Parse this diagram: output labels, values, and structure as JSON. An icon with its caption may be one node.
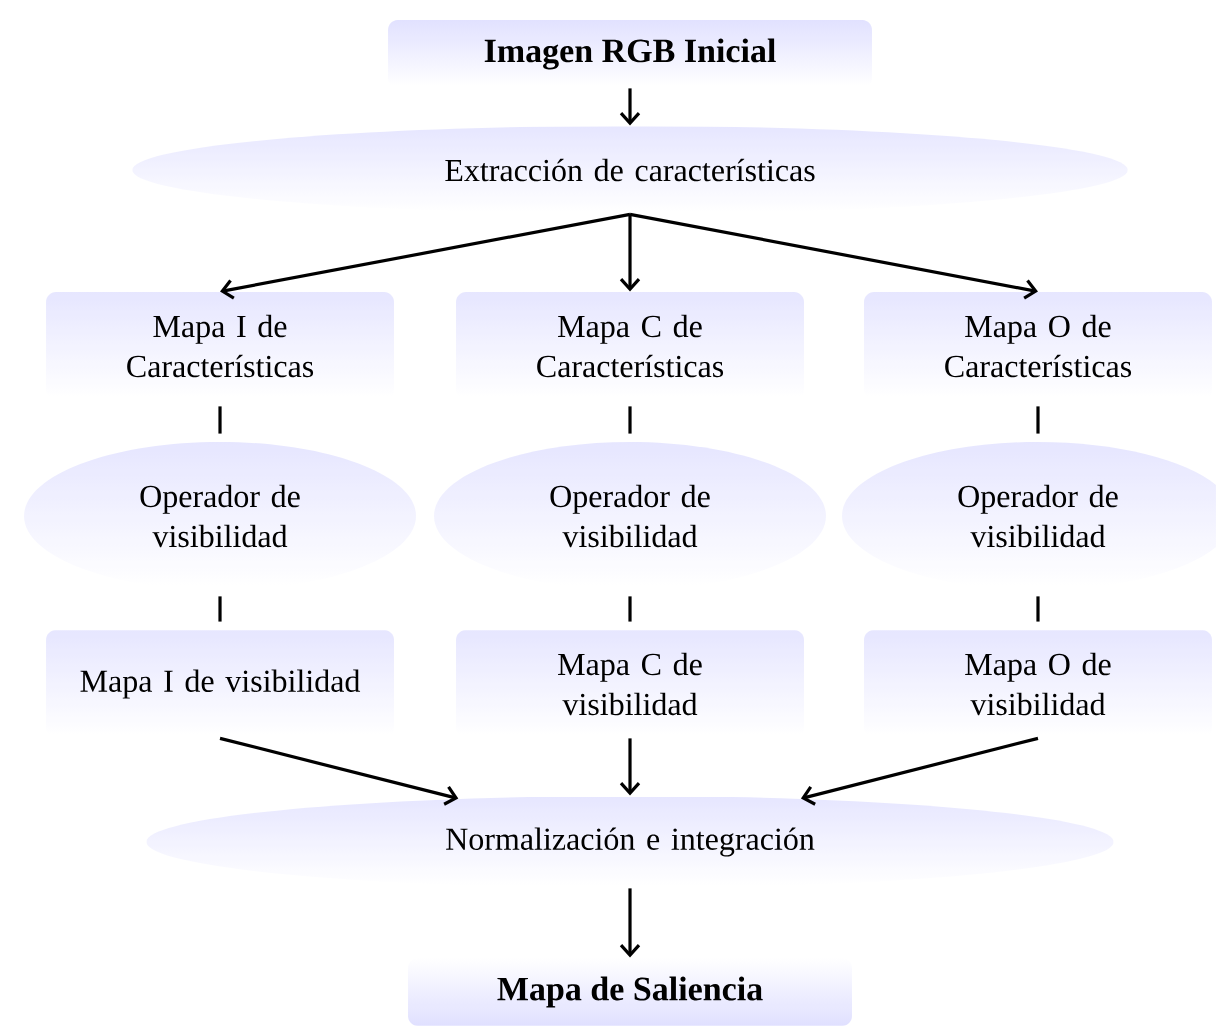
{
  "diagram": {
    "nodes": [
      {
        "text": [
          "Imagen RGB Inicial"
        ]
      },
      {
        "text": [
          "Extracción de características"
        ]
      },
      {
        "text": [
          "Mapa I de Características"
        ]
      },
      {
        "text": [
          "Mapa C de Características"
        ]
      },
      {
        "text": [
          "Mapa O de Características"
        ]
      },
      {
        "text": [
          "Operador de visibilidad"
        ]
      },
      {
        "text": [
          "Operador de visibilidad"
        ]
      },
      {
        "text": [
          "Operador de visibilidad"
        ]
      },
      {
        "text": [
          "Mapa I de visibilidad"
        ]
      },
      {
        "text": [
          "Mapa C de visibilidad"
        ]
      },
      {
        "text": [
          "Mapa O de visibilidad"
        ]
      },
      {
        "text": [
          "Normalización e integración"
        ]
      },
      {
        "text": [
          "Mapa de Saliencia"
        ]
      }
    ],
    "edges": [
      {
        "from": 0,
        "to": 1,
        "arrow": "to"
      },
      {
        "from": 1,
        "to": 2,
        "arrow": "to"
      },
      {
        "from": 1,
        "to": 3,
        "arrow": "to"
      },
      {
        "from": 1,
        "to": 4,
        "arrow": "to"
      },
      {
        "from": 2,
        "to": 5,
        "arrow": "none"
      },
      {
        "from": 3,
        "to": 6,
        "arrow": "none"
      },
      {
        "from": 4,
        "to": 7,
        "arrow": "none"
      },
      {
        "from": 5,
        "to": 8,
        "arrow": "none"
      },
      {
        "from": 6,
        "to": 9,
        "arrow": "none"
      },
      {
        "from": 7,
        "to": 10,
        "arrow": "none"
      },
      {
        "from": 8,
        "to": 11,
        "arrow": "to"
      },
      {
        "from": 9,
        "to": 11,
        "arrow": "to"
      },
      {
        "from": 10,
        "to": 11,
        "arrow": "to"
      },
      {
        "from": 11,
        "to": 12,
        "arrow": "to"
      }
    ]
  }
}
